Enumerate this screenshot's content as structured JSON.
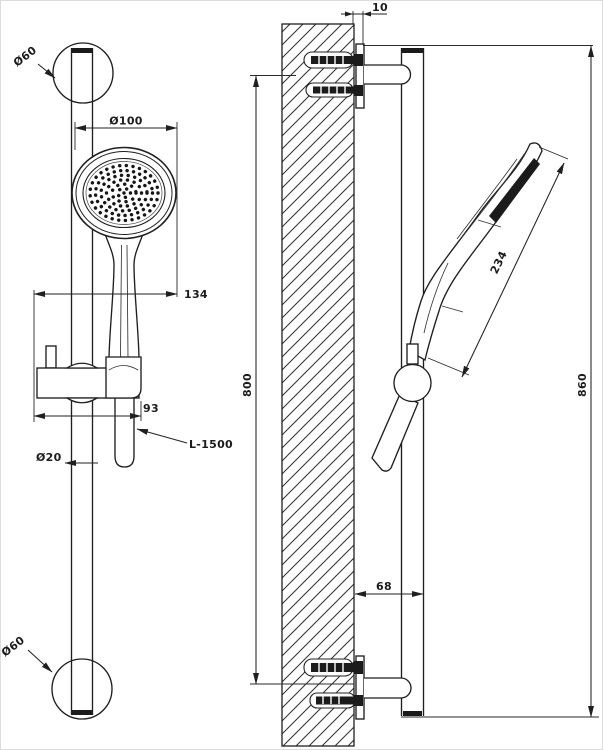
{
  "front_view": {
    "holder_top_diameter": "Ø60",
    "head_diameter": "Ø100",
    "head_offset": "134",
    "bracket_depth": "93",
    "hose_length_label": "L-1500",
    "rail_diameter": "Ø20",
    "holder_bottom_diameter": "Ø60"
  },
  "side_view": {
    "plate_offset": "10",
    "fixing_centres": "800",
    "overall_height": "860",
    "wall_clearance": "68",
    "handshower_length": "234"
  },
  "colors": {
    "line": "#1f1f1f",
    "background": "#ffffff"
  }
}
